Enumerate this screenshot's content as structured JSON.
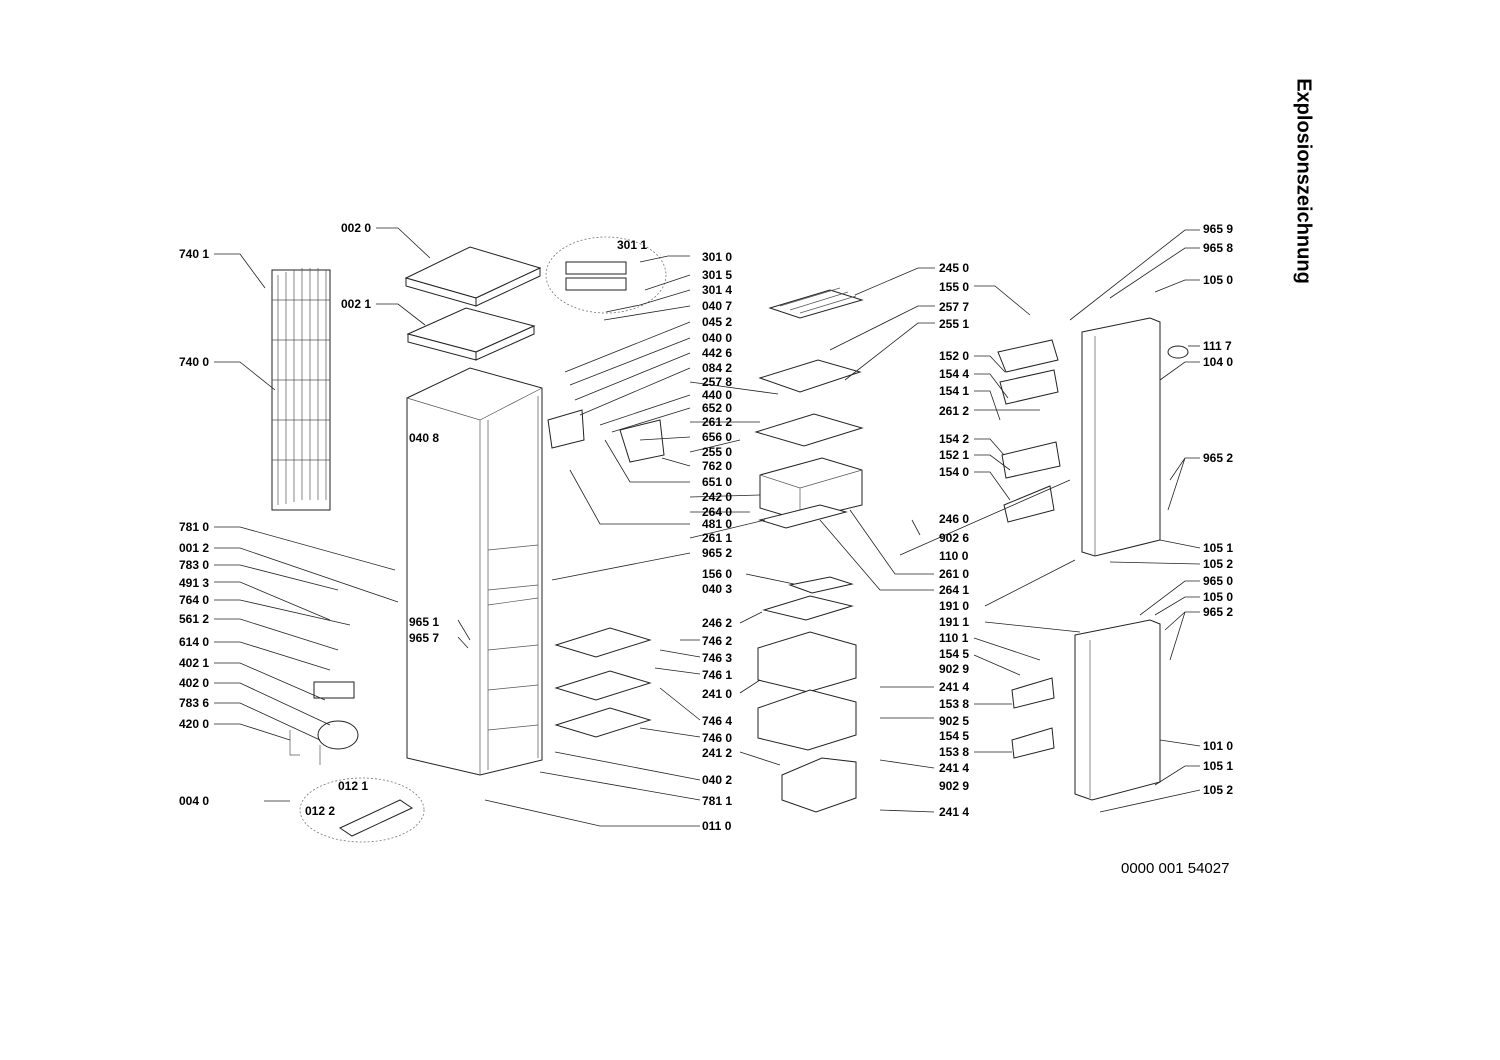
{
  "title": "Explosionszeichnung",
  "document_number": "0000 001 54027",
  "callouts": [
    "740 1",
    "740 0",
    "002 0",
    "002 1",
    "040 8",
    "781 0",
    "001 2",
    "783 0",
    "491 3",
    "764 0",
    "561 2",
    "614 0",
    "402 1",
    "402 0",
    "783 6",
    "420 0",
    "004 0",
    "012 1",
    "012 2",
    "965 1",
    "965 7",
    "301 1",
    "301 0",
    "301 5",
    "301 4",
    "040 7",
    "045 2",
    "040 0",
    "442 6",
    "084 2",
    "257 8",
    "440 0",
    "652 0",
    "261 2",
    "656 0",
    "255 0",
    "762 0",
    "651 0",
    "242 0",
    "264 0",
    "481 0",
    "261 1",
    "965 2",
    "156 0",
    "040 3",
    "246 2",
    "746 2",
    "746 3",
    "746 1",
    "241 0",
    "746 4",
    "746 0",
    "241 2",
    "040 2",
    "781 1",
    "011 0",
    "245 0",
    "155 0",
    "257 7",
    "255 1",
    "152 0",
    "154 4",
    "154 1",
    "261 2",
    "154 2",
    "152 1",
    "154 0",
    "246 0",
    "902 6",
    "110 0",
    "261 0",
    "264 1",
    "191 0",
    "191 1",
    "110 1",
    "154 5",
    "902 9",
    "241 4",
    "153 8",
    "902 5",
    "154 5",
    "153 8",
    "241 4",
    "902 9",
    "241 4",
    "965 9",
    "965 8",
    "105 0",
    "111 7",
    "104 0",
    "965 2",
    "105 1",
    "105 2",
    "965 0",
    "105 0",
    "965 2",
    "101 0",
    "105 1",
    "105 2"
  ]
}
